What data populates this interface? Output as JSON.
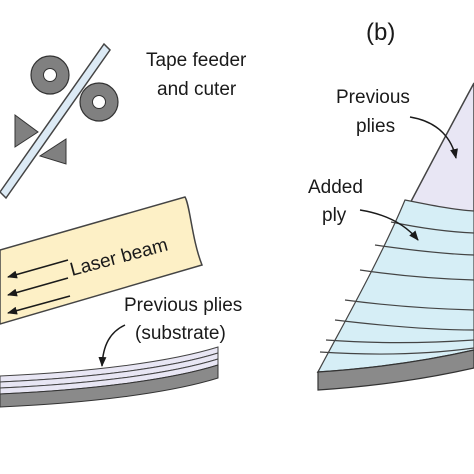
{
  "panel_a": {
    "tape_feeder_line1": "Tape feeder",
    "tape_feeder_line2": "and cuter",
    "laser_beam": "Laser beam",
    "previous_plies_line1": "Previous plies",
    "previous_plies_line2": "(substrate)"
  },
  "panel_b": {
    "panel_label": "(b)",
    "previous_plies_line1": "Previous",
    "previous_plies_line2": "plies",
    "added_ply_line1": "Added",
    "added_ply_line2": "ply"
  },
  "colors": {
    "roller_gray": "#808080",
    "laser_beam_fill": "#fdf0c6",
    "previous_plies_fill": "#e8e6f4",
    "added_ply_fill": "#d6eef6",
    "substrate_gray": "#8a8a8a",
    "tape_fill": "#dceaf5"
  }
}
